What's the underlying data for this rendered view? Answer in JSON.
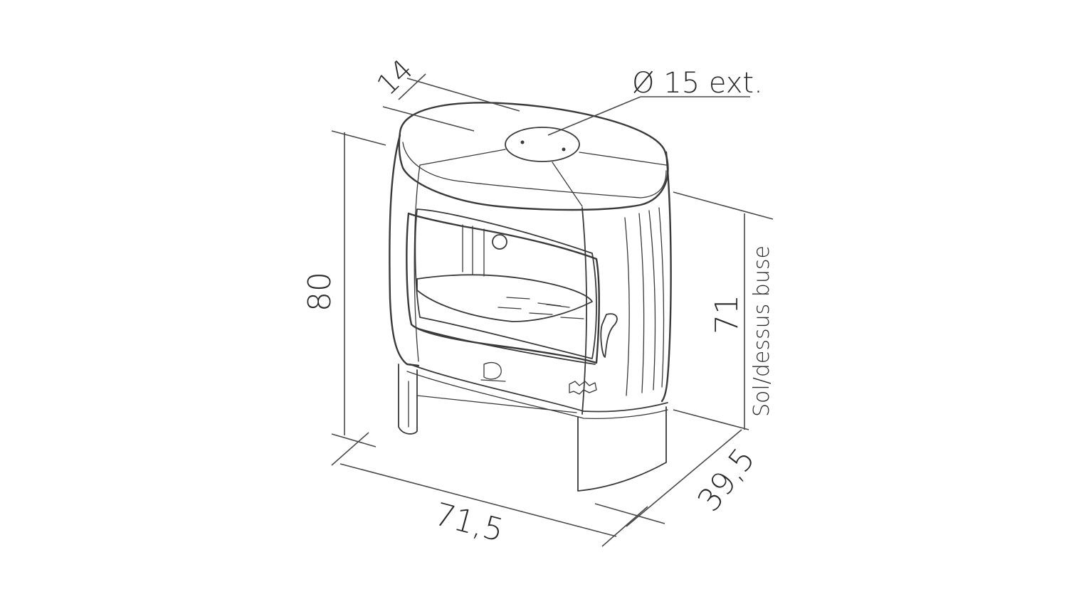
{
  "dimensions": {
    "height_total": "80",
    "width": "71,5",
    "depth": "39,5",
    "top_depth": "14",
    "flue_height": "71",
    "flue_height_label": "Sol/dessus buse",
    "flue_diameter": "Ø 15 ext."
  },
  "colors": {
    "line": "#3a3a3a",
    "text": "#2b2b2b",
    "background": "#ffffff"
  }
}
